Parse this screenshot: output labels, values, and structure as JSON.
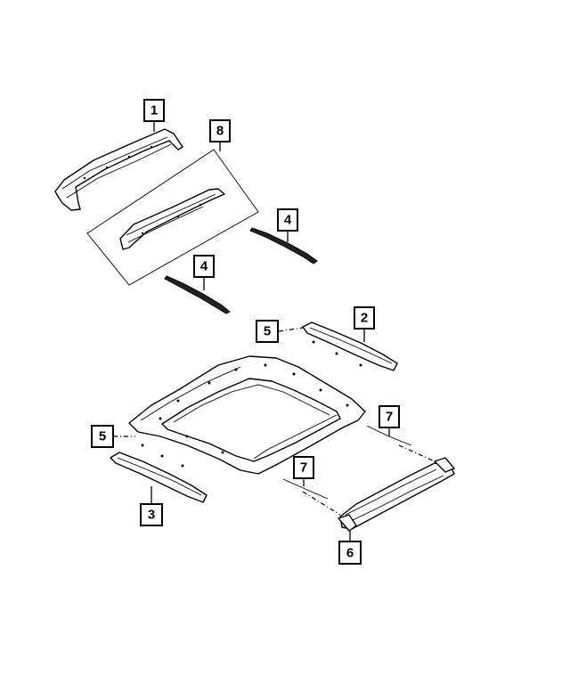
{
  "colors": {
    "line": "#000000",
    "background": "#ffffff"
  },
  "callouts": [
    {
      "id": "c1",
      "label": "1"
    },
    {
      "id": "c8",
      "label": "8"
    },
    {
      "id": "c4a",
      "label": "4"
    },
    {
      "id": "c4b",
      "label": "4"
    },
    {
      "id": "c2",
      "label": "2"
    },
    {
      "id": "c5a",
      "label": "5"
    },
    {
      "id": "c5b",
      "label": "5"
    },
    {
      "id": "c7a",
      "label": "7"
    },
    {
      "id": "c7b",
      "label": "7"
    },
    {
      "id": "c3",
      "label": "3"
    },
    {
      "id": "c6",
      "label": "6"
    }
  ]
}
